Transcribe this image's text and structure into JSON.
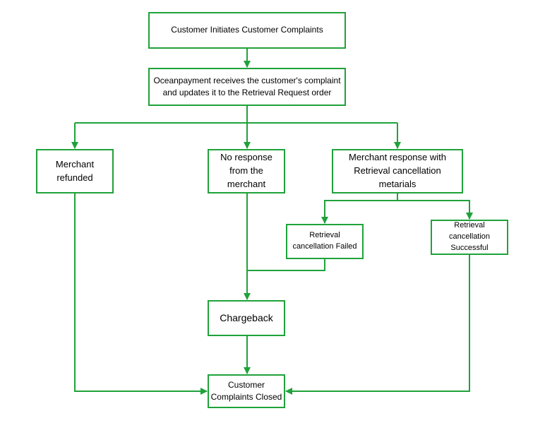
{
  "diagram": {
    "accent_color": "#1fa23a",
    "nodes": {
      "start": "Customer Initiates Customer Complaints",
      "receive": "Oceanpayment receives the customer's complaint\nand updates it to the Retrieval Request order",
      "merchant_refunded": "Merchant\nrefunded",
      "no_response": "No response\nfrom the\nmerchant",
      "merchant_response": "Merchant response with\nRetrieval cancellation\nmetarials",
      "retrieval_failed": "Retrieval\ncancellation Failed",
      "retrieval_successful": "Retrieval\ncancellation\nSuccessful",
      "chargeback": "Chargeback",
      "closed": "Customer\nComplaints Closed"
    }
  }
}
